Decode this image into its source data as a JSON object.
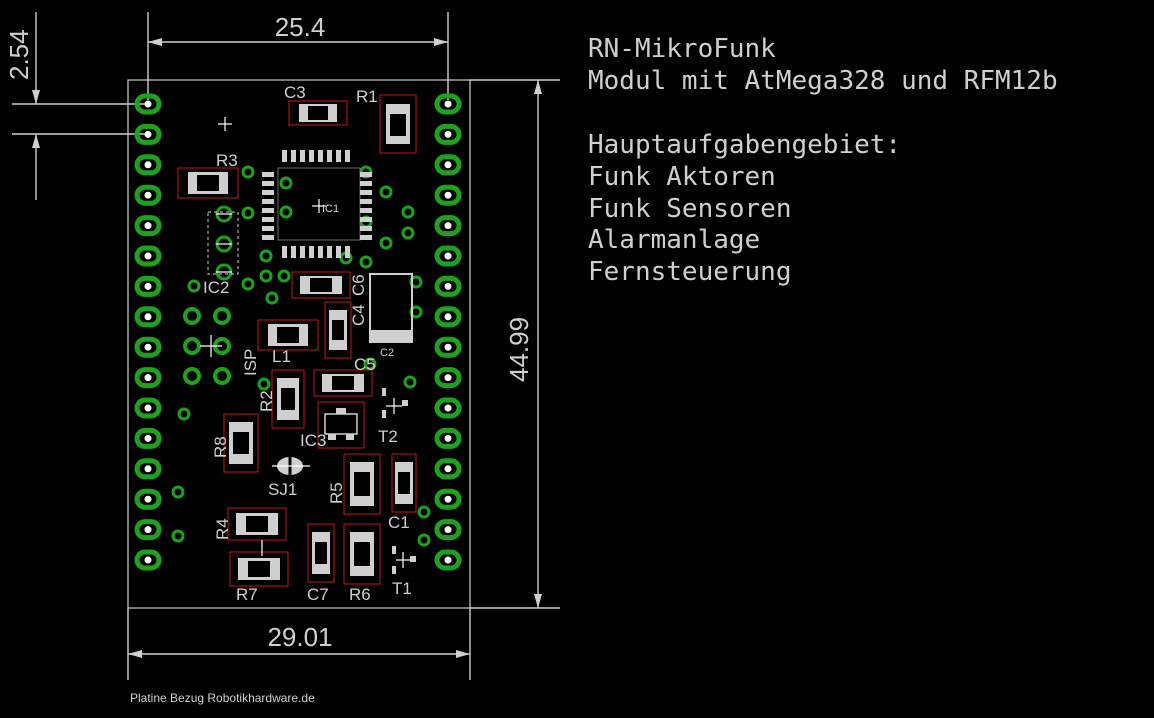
{
  "dimensions": {
    "top_width": "25.4",
    "bottom_width": "29.01",
    "height": "44.99",
    "pitch": "2.54"
  },
  "info": {
    "title": "RN-MikroFunk",
    "subtitle": "Modul mit AtMega328 und RFM12b",
    "heading": "Hauptaufgabengebiet:",
    "items": [
      "Funk Aktoren",
      "Funk Sensoren",
      "Alarmanlage",
      "Fernsteuerung"
    ]
  },
  "footer": "Platine Bezug Robotikhardware.de",
  "parts": {
    "C3": "C3",
    "R1": "R1",
    "R3": "R3",
    "IC1": "IC1",
    "IC2": "IC2",
    "C4": "C4",
    "C6": "C6",
    "C2": "C2",
    "ISP": "ISP",
    "L1": "L1",
    "C5": "C5",
    "R2": "R2",
    "T2": "T2",
    "IC3": "IC3",
    "R8": "R8",
    "SJ1": "SJ1",
    "R5": "R5",
    "C1": "C1",
    "R4": "R4",
    "R7": "R7",
    "C7": "C7",
    "R6": "R6",
    "T1": "T1"
  },
  "colors": {
    "background": "#000000",
    "pad": "#1ea21e",
    "outline": "#c01818",
    "text": "#cfcfcf"
  }
}
